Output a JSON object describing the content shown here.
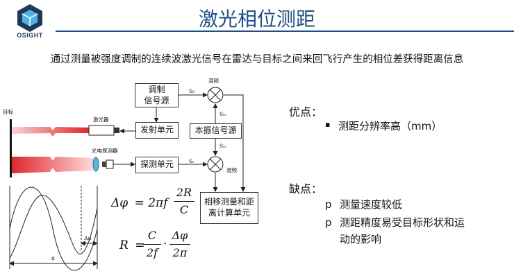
{
  "header": {
    "logo_text": "OSIGHT",
    "title": "激光相位测距",
    "subtitle": "通过测量被强度调制的连续波激光信号在雷达与目标之间来回飞行产生的相位差获得距离信息"
  },
  "diagram": {
    "boxes": {
      "modulation": "调制\n信号源",
      "transmit": "发射单元",
      "oscillator": "本振信号源",
      "detect": "探测单元",
      "phase_calc": "相移测量和距\n离计算单元"
    },
    "labels": {
      "target": "目标",
      "laser": "激光器",
      "detector": "光电探测器",
      "mixer_top": "混频",
      "mixer_bottom": "混频",
      "s0": "S₀",
      "slo_top": "Sₗₒ",
      "slo_bottom": "Sₗₒ",
      "sr": "Sᵣ",
      "delta_phi": "Δφ",
      "d": "d"
    },
    "formulas": {
      "phase": {
        "lhs": "Δφ",
        "eq": "= 2πf",
        "num": "2R",
        "den": "C"
      },
      "range": {
        "lhs": "R",
        "eq": "=",
        "num1": "C",
        "den1": "2f",
        "dot": "·",
        "num2": "Δφ",
        "den2": "2π"
      }
    }
  },
  "pros": {
    "heading": "优点：",
    "bullet": "▪",
    "items": [
      "测距分辨率高（mm）"
    ]
  },
  "cons": {
    "heading": "缺点：",
    "bullet": "p",
    "items": [
      "测量速度较低",
      "测距精度易受目标形状和运",
      "动的影响"
    ]
  },
  "colors": {
    "title": "#1f4f86",
    "beam_red": "#e0262a",
    "detector_blue": "#5ab7dc"
  }
}
